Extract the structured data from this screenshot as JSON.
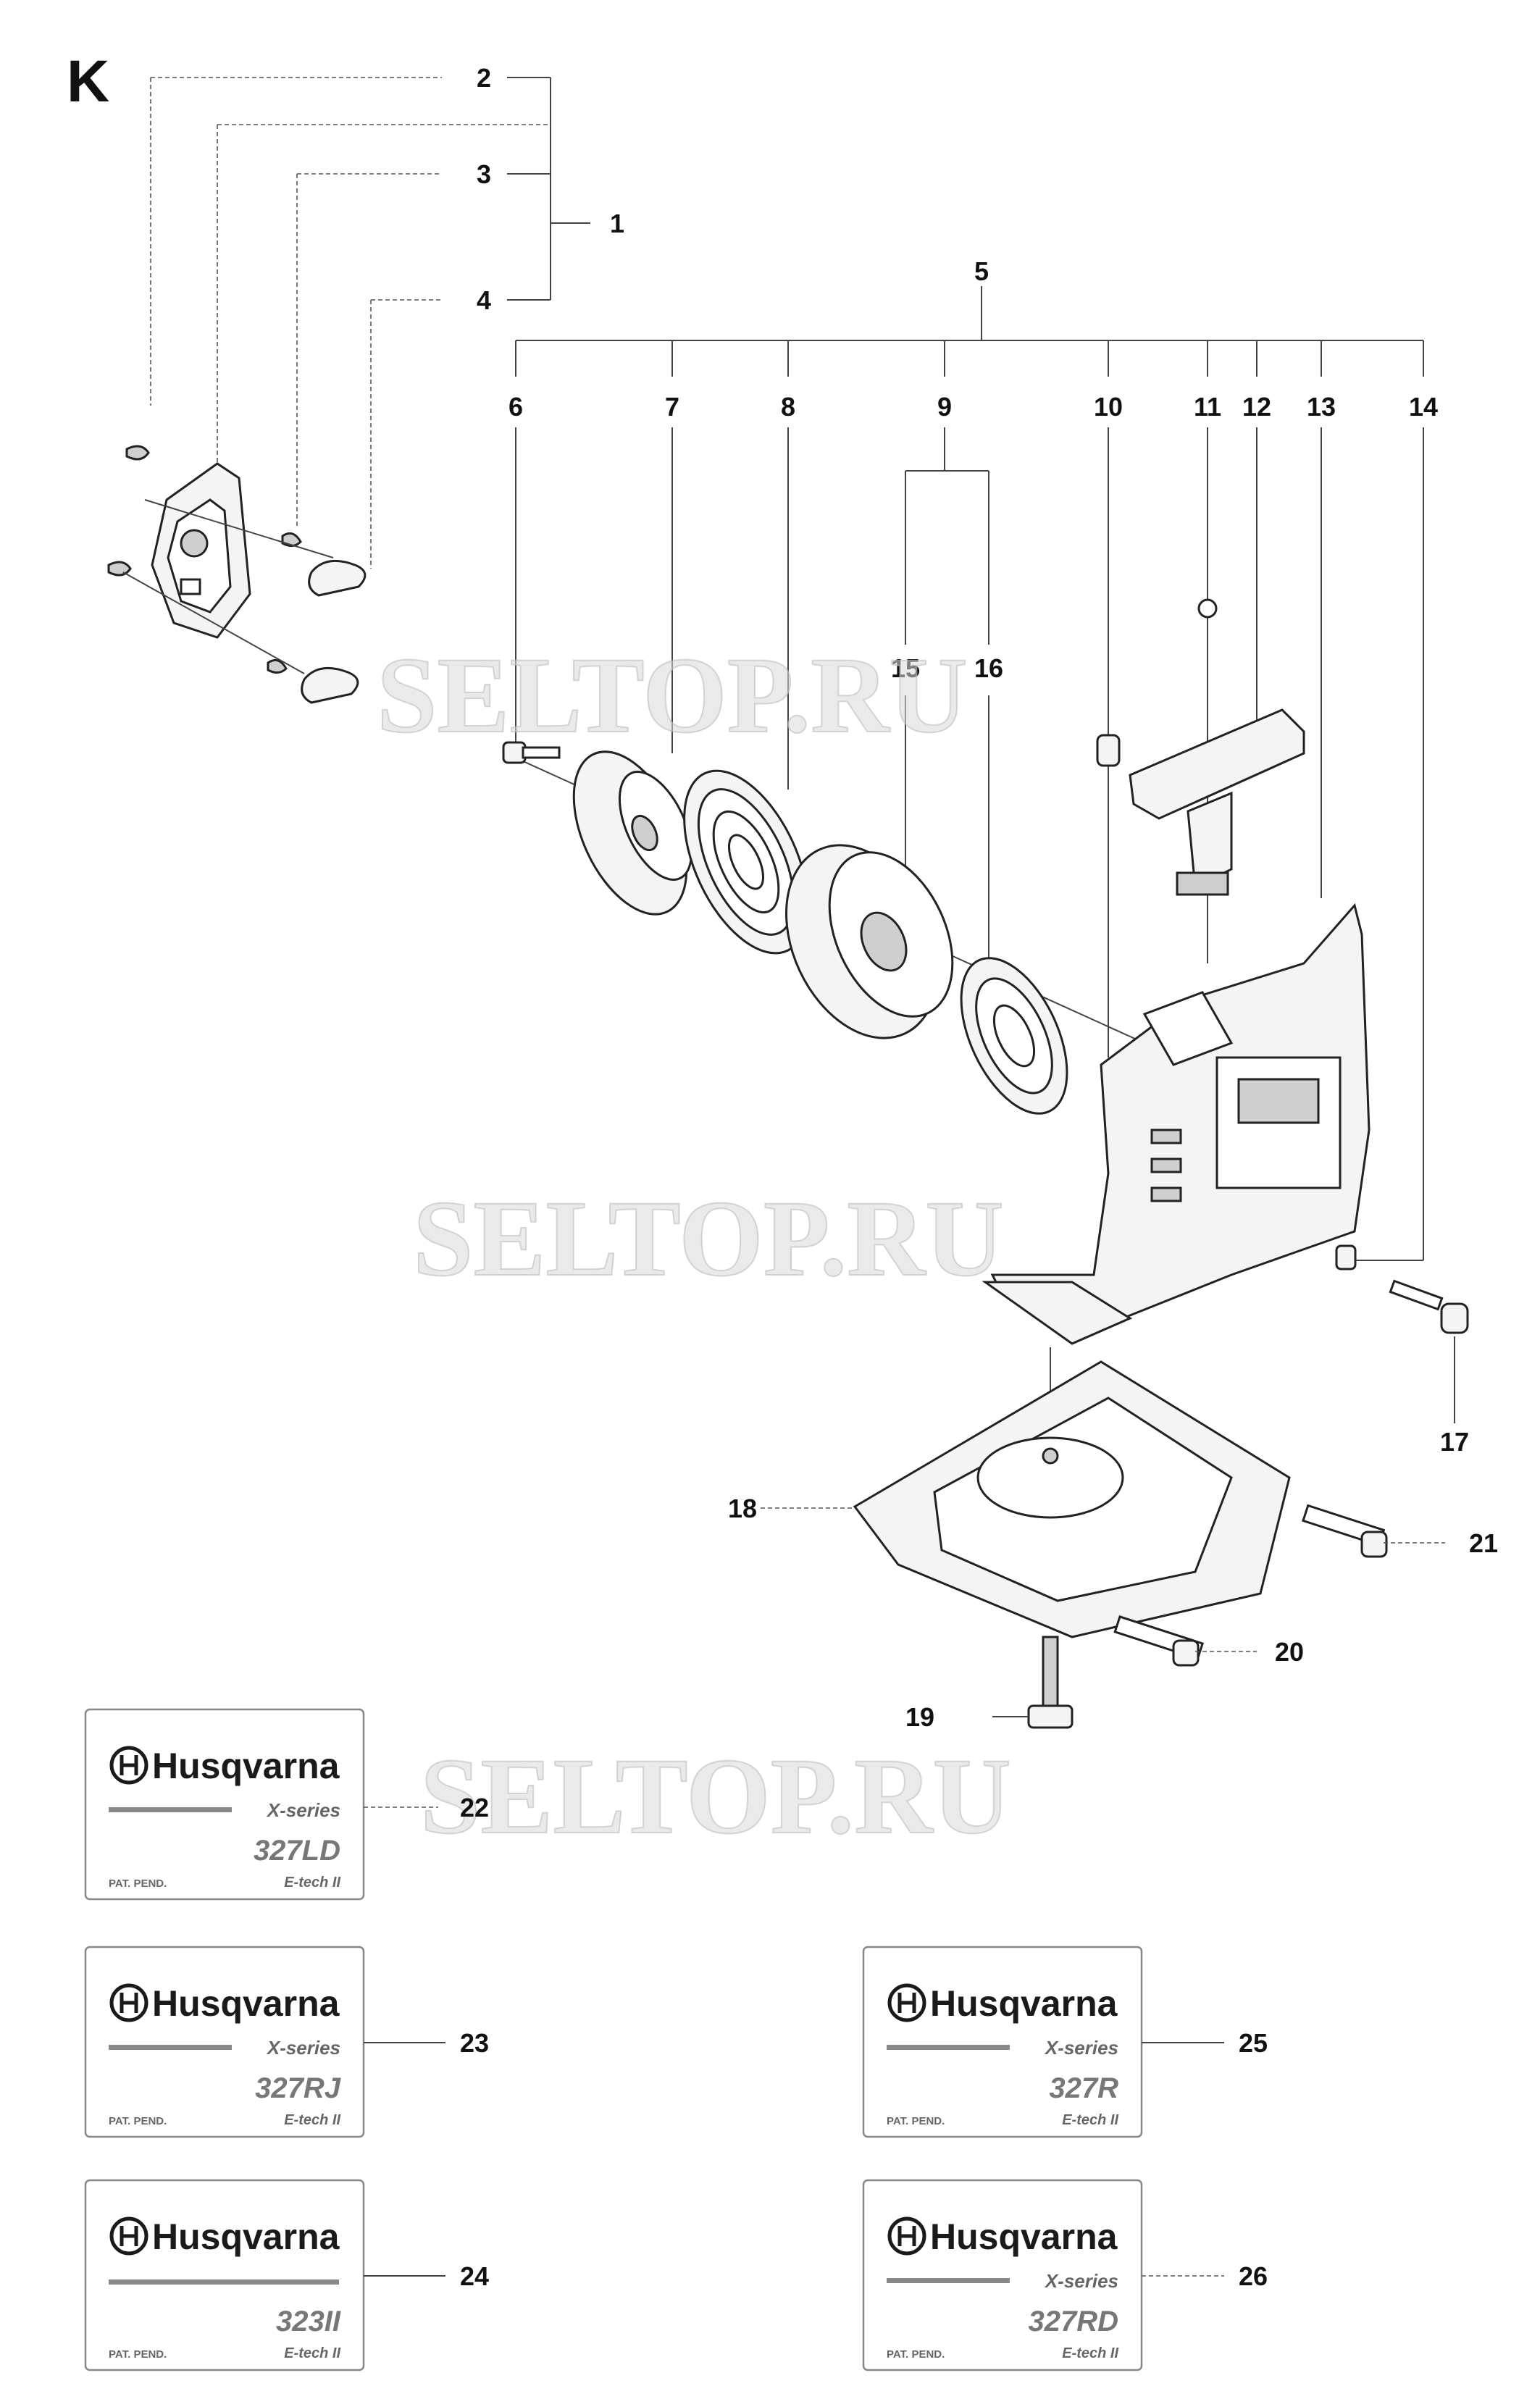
{
  "section_letter": "K",
  "watermark": "SELTOP.RU",
  "callouts": {
    "c1": "1",
    "c2": "2",
    "c3": "3",
    "c4": "4",
    "c5": "5",
    "c6": "6",
    "c7": "7",
    "c8": "8",
    "c9": "9",
    "c10": "10",
    "c11": "11",
    "c12": "12",
    "c13": "13",
    "c14": "14",
    "c15": "15",
    "c16": "16",
    "c17": "17",
    "c18": "18",
    "c19": "19",
    "c20": "20",
    "c21": "21",
    "c22": "22",
    "c23": "23",
    "c24": "24",
    "c25": "25",
    "c26": "26"
  },
  "labels": [
    {
      "callout": "22",
      "brand": "Husqvarna",
      "series": "X-series",
      "model": "327LD",
      "pat": "PAT. PEND.",
      "etech": "E-tech II"
    },
    {
      "callout": "23",
      "brand": "Husqvarna",
      "series": "X-series",
      "model": "327RJ",
      "pat": "PAT. PEND.",
      "etech": "E-tech II"
    },
    {
      "callout": "24",
      "brand": "Husqvarna",
      "series": "",
      "model": "323II",
      "pat": "PAT. PEND.",
      "etech": "E-tech II"
    },
    {
      "callout": "25",
      "brand": "Husqvarna",
      "series": "X-series",
      "model": "327R",
      "pat": "PAT. PEND.",
      "etech": "E-tech II"
    },
    {
      "callout": "26",
      "brand": "Husqvarna",
      "series": "X-series",
      "model": "327RD",
      "pat": "PAT. PEND.",
      "etech": "E-tech II"
    }
  ]
}
